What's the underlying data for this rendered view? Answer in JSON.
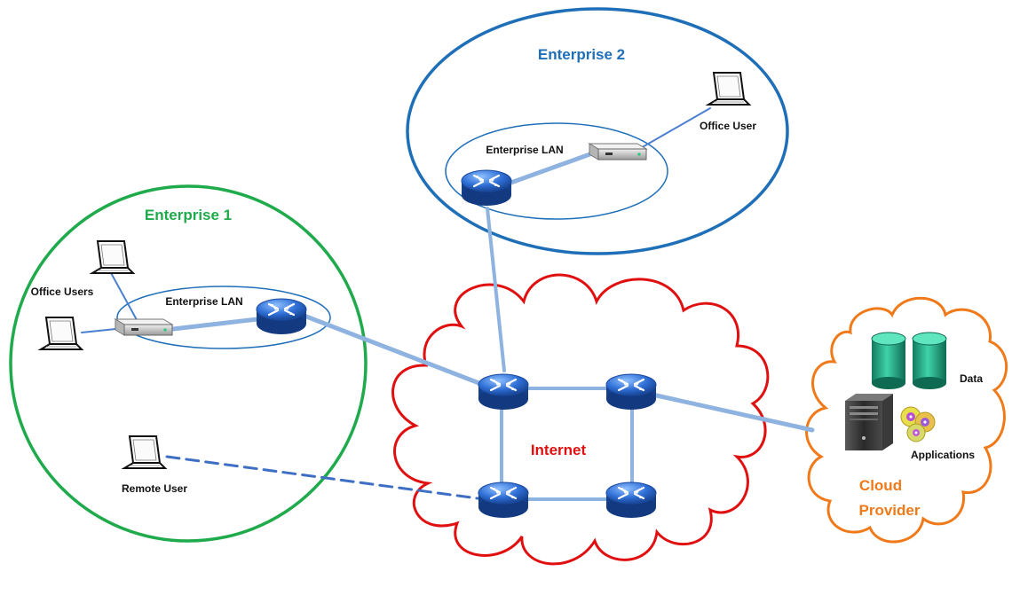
{
  "diagram": {
    "enterprise1": {
      "title": "Enterprise 1",
      "lan_label": "Enterprise LAN",
      "office_users_label": "Office Users",
      "remote_user_label": "Remote User",
      "color": "#1faa4b"
    },
    "enterprise2": {
      "title": "Enterprise 2",
      "lan_label": "Enterprise LAN",
      "office_user_label": "Office User",
      "color": "#1f6fb8"
    },
    "internet": {
      "label": "Internet",
      "color": "#e01010"
    },
    "cloud_provider": {
      "label_line1": "Cloud",
      "label_line2": "Provider",
      "data_label": "Data",
      "applications_label": "Applications",
      "color": "#f07a1a"
    },
    "link_color": "#8fb3e0",
    "router_color": "#2f6fd6"
  }
}
